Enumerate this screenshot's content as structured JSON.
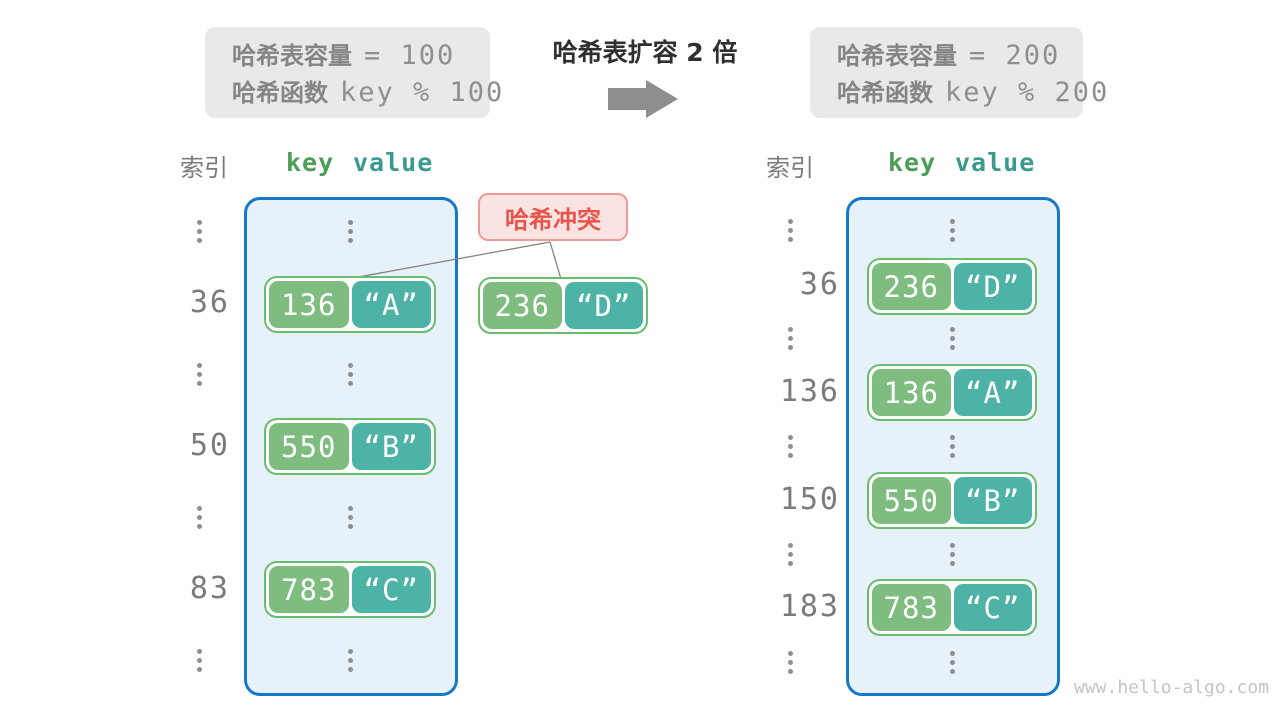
{
  "title": "哈希表扩容 2 倍",
  "watermark": "www.hello-algo.com",
  "collision": {
    "label": "哈希冲突",
    "pair": {
      "key": "236",
      "value": "“D”"
    }
  },
  "left": {
    "capacity": {
      "label1": "哈希表容量",
      "expr1": "= 100",
      "label2": "哈希函数",
      "expr2": "key % 100"
    },
    "header": {
      "index": "索引",
      "key": "key",
      "value": "value"
    },
    "rows": [
      {
        "index": "36",
        "key": "136",
        "value": "“A”"
      },
      {
        "index": "50",
        "key": "550",
        "value": "“B”"
      },
      {
        "index": "83",
        "key": "783",
        "value": "“C”"
      }
    ]
  },
  "right": {
    "capacity": {
      "label1": "哈希表容量",
      "expr1": "= 200",
      "label2": "哈希函数",
      "expr2": "key % 200"
    },
    "header": {
      "index": "索引",
      "key": "key",
      "value": "value"
    },
    "rows": [
      {
        "index": "36",
        "key": "236",
        "value": "“D”"
      },
      {
        "index": "136",
        "key": "136",
        "value": "“A”"
      },
      {
        "index": "150",
        "key": "550",
        "value": "“B”"
      },
      {
        "index": "183",
        "key": "783",
        "value": "“C”"
      }
    ]
  },
  "colors": {
    "table_border": "#1878C8",
    "table_fill": "#E7F1FA",
    "key_fill": "#7EBC80",
    "value_fill": "#4EB3A7",
    "pair_border": "#6ABC6E",
    "collision_bg": "#FAE3E3",
    "collision_border": "#F19999",
    "collision_text": "#E8554D",
    "capacity_box_bg": "#E9E9E9",
    "arrow": "#8E8E8E"
  }
}
